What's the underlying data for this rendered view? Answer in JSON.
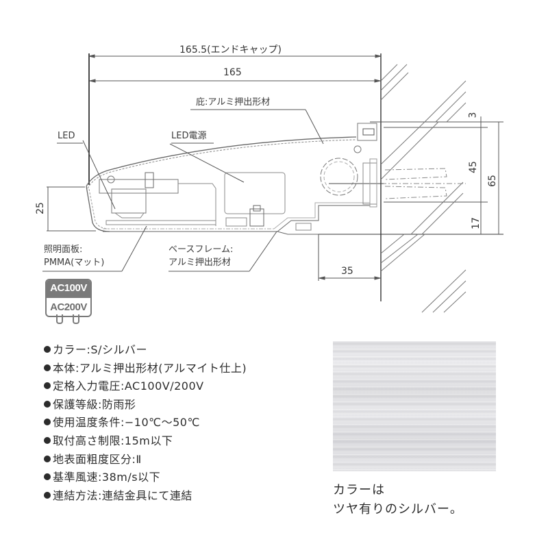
{
  "drawing": {
    "dimensions": {
      "overall_width_endcap": "165.5(エンドキャップ)",
      "overall_width": "165",
      "front_height": "25",
      "top_gap": "3",
      "mount_span": "45",
      "total_height": "65",
      "bottom_offset": "17",
      "wall_depth": "35"
    },
    "labels": {
      "led": "LED",
      "led_power": "LED電源",
      "canopy": "庇:アルミ押出形材",
      "panel_line1": "照明面板:",
      "panel_line2": "PMMA(マット)",
      "base_line1": "ベースフレーム:",
      "base_line2": "アルミ押出形材"
    }
  },
  "badge": {
    "top": "AC100V",
    "bottom": "AC200V",
    "icon": "power-voltage-icon"
  },
  "specs": [
    "カラー:S/シルバー",
    "本体:アルミ押出形材(アルマイト仕上)",
    "定格入力電圧:AC100V/200V",
    "保護等級:防雨形",
    "使用温度条件:−10℃〜50℃",
    "取付高さ制限:15m以下",
    "地表面粗度区分:Ⅱ",
    "基準風速:38m/s以下",
    "連結方法:連結金具にて連結"
  ],
  "swatch": {
    "caption_line1": "カラーは",
    "caption_line2": "ツヤ有りのシルバー。",
    "color": "#dedee1"
  }
}
